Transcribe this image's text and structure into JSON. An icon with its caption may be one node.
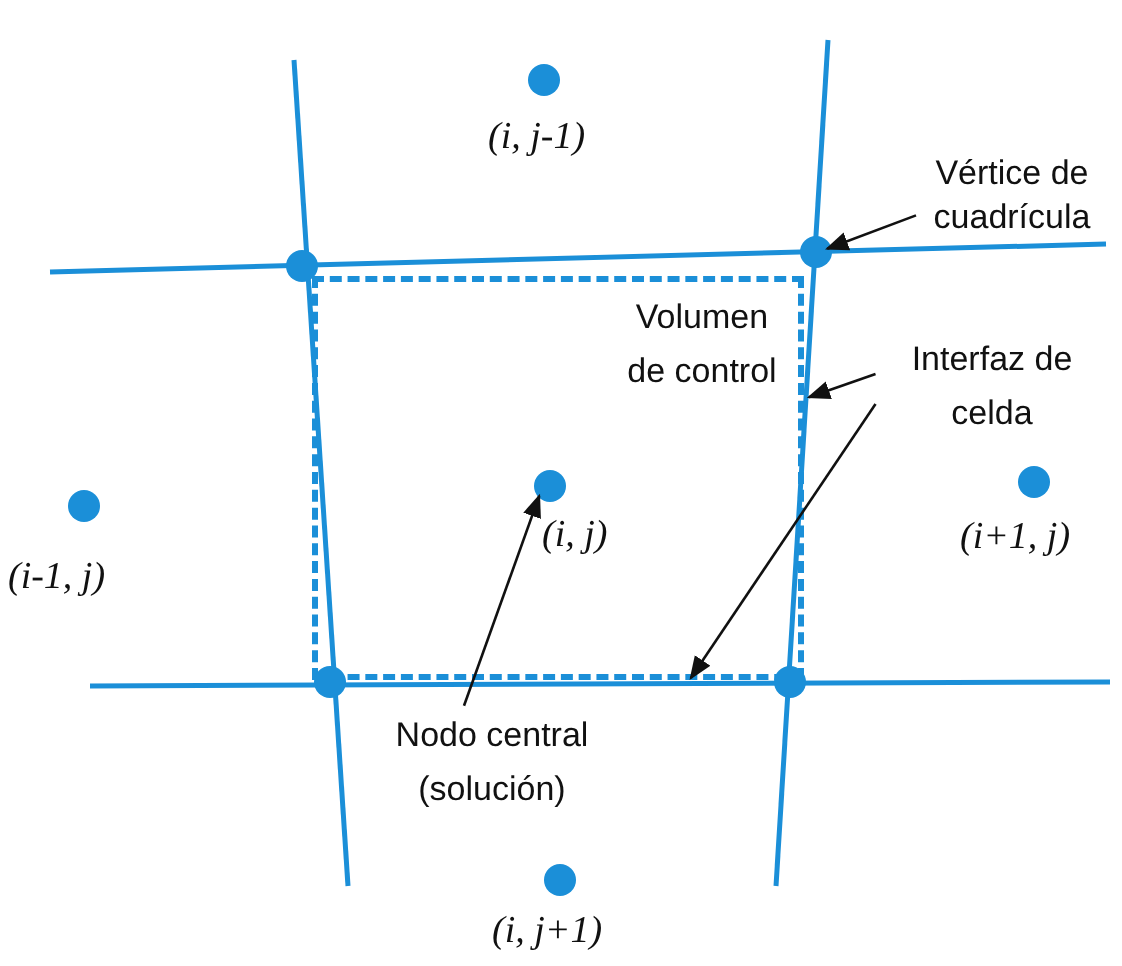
{
  "diagram": {
    "nodes": [
      {
        "text": [],
        "shape": "circle",
        "beside": [
          "(i, j-1)"
        ]
      },
      {
        "text": [
          "Vértice de cuadrícula"
        ]
      },
      {
        "text": [],
        "shape": "circle"
      },
      {
        "text": [],
        "shape": "circle"
      },
      {
        "text": [
          "Volumen de control"
        ]
      },
      {
        "text": [
          "Interfaz de celda"
        ]
      },
      {
        "text": [],
        "shape": "circle",
        "beside": [
          "(i-1, j)"
        ]
      },
      {
        "text": [],
        "shape": "circle",
        "beside": [
          "(i, j)"
        ],
        "in": 4
      },
      {
        "text": [],
        "shape": "circle",
        "beside": [
          "(i+1, j)"
        ]
      },
      {
        "text": [],
        "shape": "circle"
      },
      {
        "text": [],
        "shape": "circle"
      },
      {
        "text": [
          "Nodo central (solución)"
        ]
      },
      {
        "text": [],
        "shape": "circle",
        "beside": [
          "(i, j+1)"
        ]
      }
    ],
    "edges": [
      {
        "from": 1,
        "to": 3,
        "arrow": "to"
      },
      {
        "from": 5,
        "to": 4,
        "arrow": "to"
      },
      {
        "from": 5,
        "to": 4,
        "arrow": "to"
      },
      {
        "from": 11,
        "to": 7,
        "arrow": "to"
      }
    ]
  }
}
